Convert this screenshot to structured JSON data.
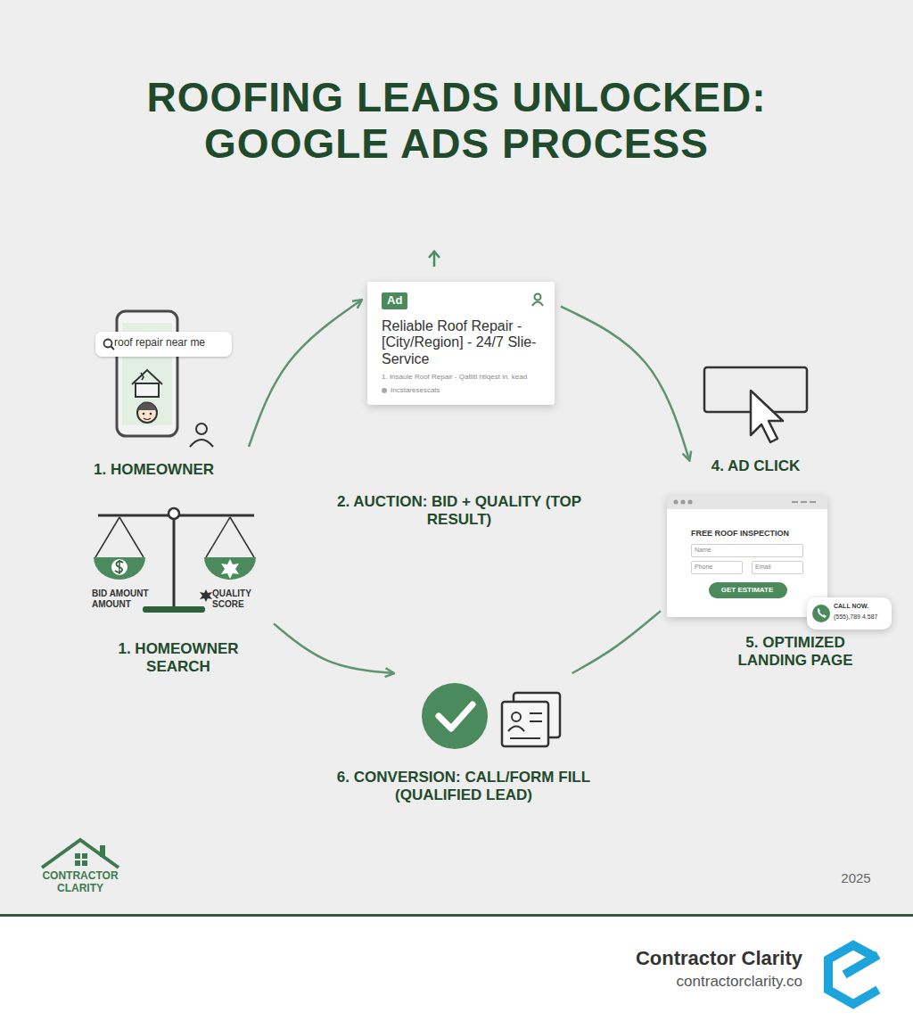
{
  "diagram": {
    "title": "ROOFING LEADS UNLOCKED: GOOGLE ADS PROCESS",
    "nodes": [
      {
        "text": [
          "roof repair near me",
          "1. HOMEOWNER"
        ]
      },
      {
        "text": [
          "BID AMOUNT AMOUNT",
          "QUALITY SCORE",
          "1. HOMEOWNER SEARCH"
        ]
      },
      {
        "text": [
          "Ad",
          "Reliable Roof Repair - [City/Region] - 24/7 Slie-Service",
          "1. Insaule Roof Repair - Qatlitl htiqest in. kead",
          "Incstaresescats"
        ]
      },
      {
        "text": [
          "4. AD CLICK"
        ]
      },
      {
        "text": [
          "FREE ROOF INSPECTION"
        ]
      },
      {
        "text": [
          "Name"
        ],
        "in": 4
      },
      {
        "text": [
          "Phone"
        ],
        "in": 4
      },
      {
        "text": [
          "Email"
        ],
        "in": 4
      },
      {
        "text": [
          "GET ESTIMATE"
        ],
        "in": 4
      },
      {
        "text": [
          "CALL NOW.",
          "(555),789 4.587"
        ]
      },
      {
        "text": [
          "6. CONVERSION: CALL/FORM FILL (QUALIFIED LEAD)"
        ]
      }
    ],
    "edges": [
      {
        "from": 0,
        "to": 2,
        "arrow": "to"
      },
      {
        "from": 2,
        "to": 3,
        "arrow": "to"
      },
      {
        "from": 4,
        "to": 10,
        "arrow": "none"
      },
      {
        "from": 1,
        "to": 10,
        "arrow": "to"
      }
    ],
    "labels": [
      "2. AUCTION: BID + QUALITY (TOP RESULT)",
      "5. OPTIMIZED LANDING PAGE",
      "CONTRACTOR CLARITY",
      "2025",
      "Contractor Clarity",
      "contractorclarity.co"
    ]
  }
}
